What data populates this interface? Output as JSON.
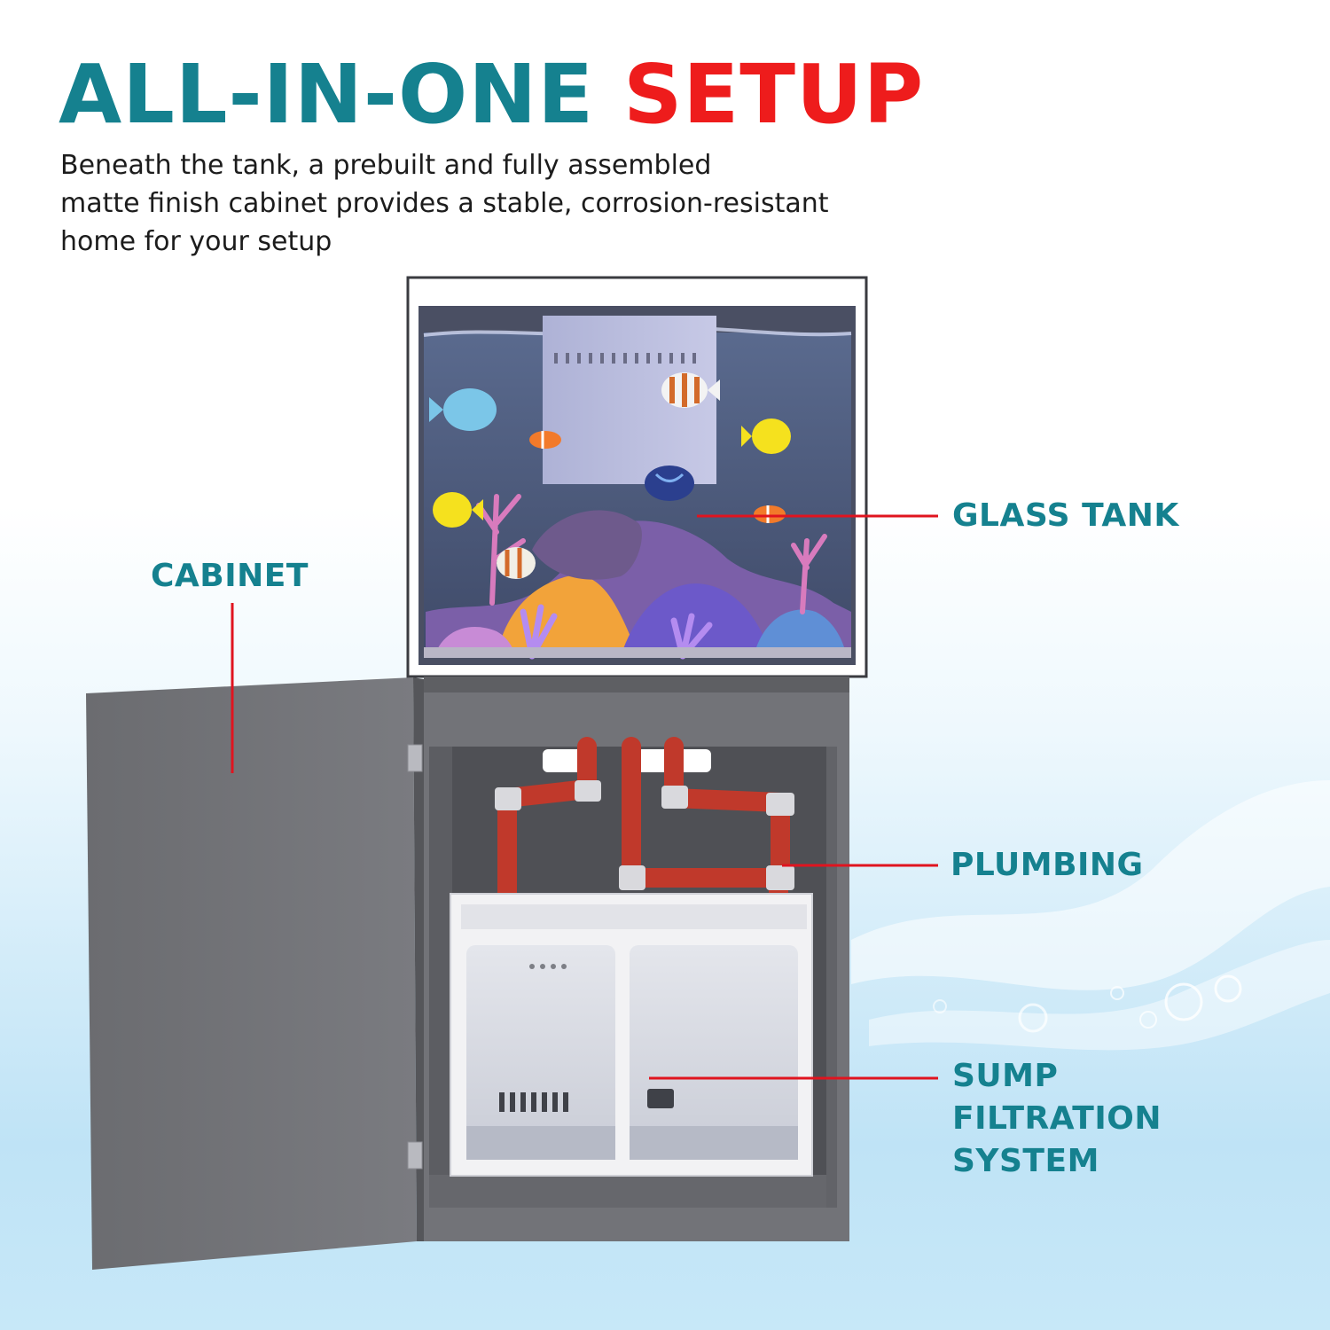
{
  "headline": {
    "part1": "ALL-IN-ONE",
    "part2": "SETUP"
  },
  "subtitle": {
    "line1": "Beneath the tank, a prebuilt and fully assembled",
    "line2": "matte finish cabinet provides a stable, corrosion-resistant",
    "line3": "home for your setup"
  },
  "callouts": {
    "glass_tank": "GLASS TANK",
    "cabinet": "CABINET",
    "plumbing": "PLUMBING",
    "sump_line1": "SUMP",
    "sump_line2": "FILTRATION",
    "sump_line3": "SYSTEM"
  },
  "colors": {
    "teal": "#15818f",
    "red": "#ee1c1c",
    "cabinet_gray": "#6f7075",
    "pipe_red": "#c0392b"
  }
}
